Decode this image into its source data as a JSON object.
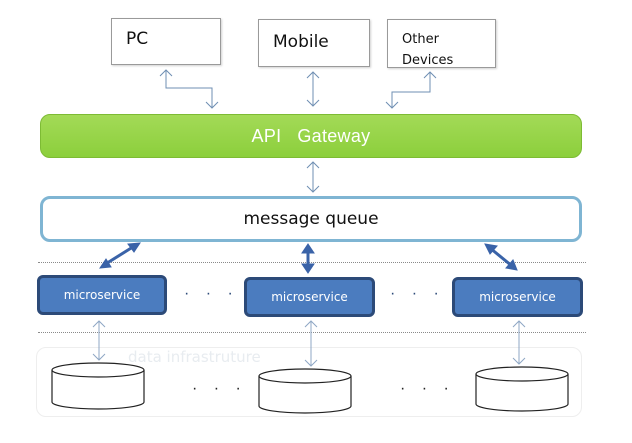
{
  "clients": {
    "pc": "PC",
    "mobile": "Mobile",
    "other_line1": "Other",
    "other_line2": "Devices"
  },
  "gateway": {
    "label": "API   Gateway"
  },
  "queue": {
    "label": "message queue"
  },
  "services": {
    "s1": "microservice",
    "s2": "microservice",
    "s3": "microservice",
    "ellipsis": "· · ·"
  },
  "infra": {
    "label": "data infrastruture",
    "ellipsis": "· · ·"
  },
  "colors": {
    "gateway_green": "#8ccf3c",
    "queue_border": "#7fb5d3",
    "service_fill": "#4b7cbf",
    "service_border": "#2c4a78",
    "arrow_thin": "#6f8fb3",
    "arrow_bold": "#3a63a8"
  }
}
